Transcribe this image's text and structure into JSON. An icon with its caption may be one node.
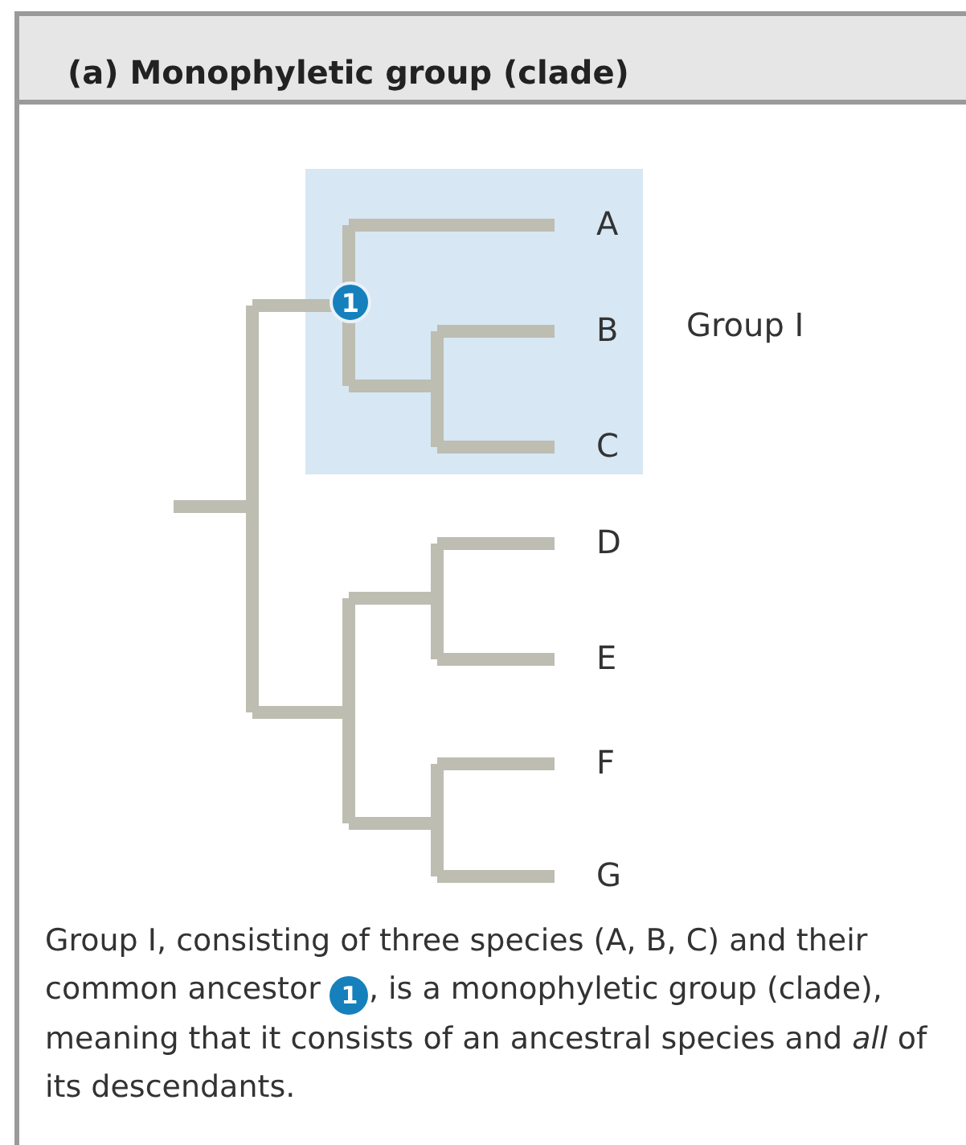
{
  "diagram": {
    "title": "(a) Monophyletic group (clade)",
    "nodes": [
      {
        "text": [],
        "shape": "box",
        "beside": [
          "Group I"
        ]
      },
      {
        "text": [
          "1"
        ],
        "in": 0
      }
    ],
    "labels": [
      "A",
      "B",
      "C",
      "D",
      "E",
      "F",
      "G",
      "Group I, consisting of three species (A, B, C) and their common ancestor",
      "1",
      ", is a monophyletic group (clade), meaning that it consists of an ancestral species and *all* of its descendants."
    ]
  }
}
